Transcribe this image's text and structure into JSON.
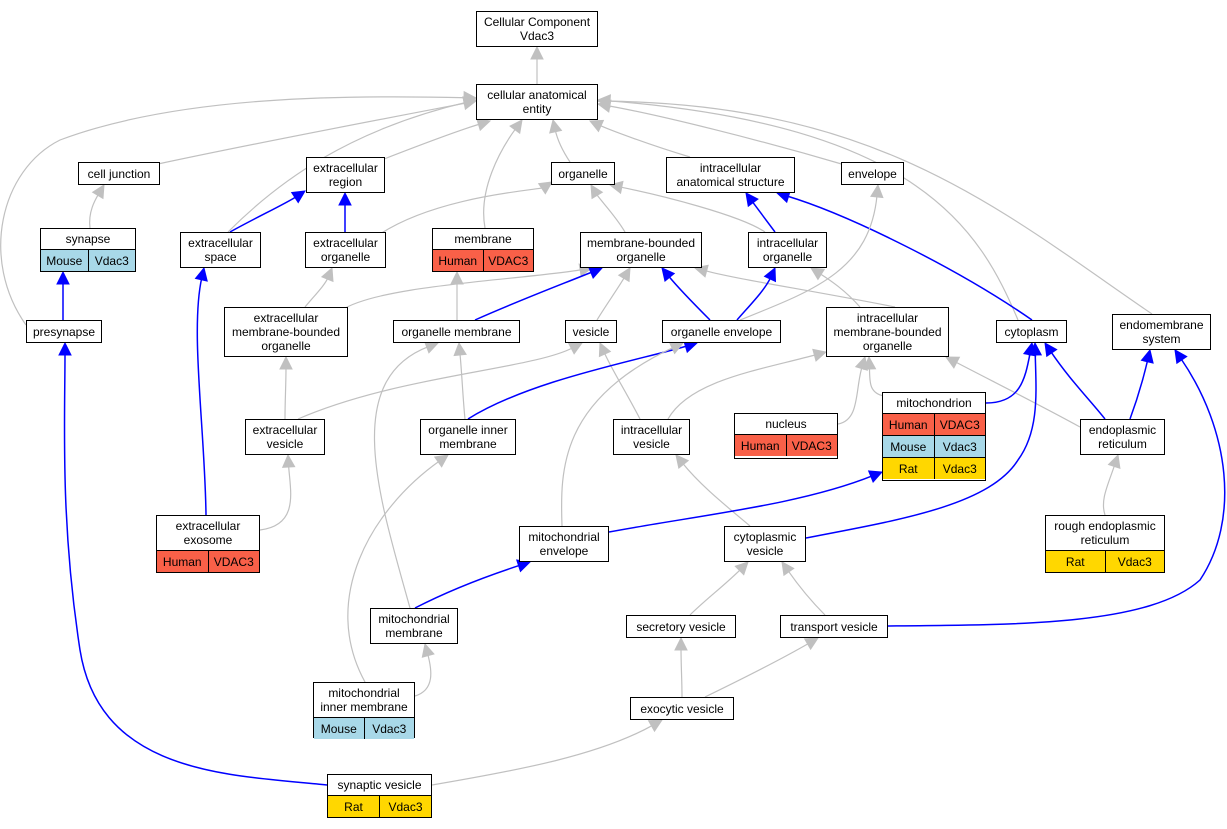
{
  "colors": {
    "gray_edge": "#c0c0c0",
    "blue_edge": "#0000ff",
    "human": "#f96048",
    "mouse": "#a8d8e8",
    "rat": "#ffd700"
  },
  "nodes": {
    "cc": {
      "lines": [
        "Cellular Component",
        "Vdac3"
      ]
    },
    "cae": {
      "lines": [
        "cellular anatomical",
        "entity"
      ]
    },
    "cj": {
      "lines": [
        "cell junction"
      ]
    },
    "er": {
      "lines": [
        "extracellular",
        "region"
      ]
    },
    "org": {
      "lines": [
        "organelle"
      ]
    },
    "ias": {
      "lines": [
        "intracellular",
        "anatomical structure"
      ]
    },
    "env": {
      "lines": [
        "envelope"
      ]
    },
    "syn": {
      "lines": [
        "synapse"
      ],
      "annotations": [
        {
          "species": "Mouse",
          "gene": "Vdac3",
          "color_key": "mouse"
        }
      ]
    },
    "es": {
      "lines": [
        "extracellular",
        "space"
      ]
    },
    "eo": {
      "lines": [
        "extracellular",
        "organelle"
      ]
    },
    "mem": {
      "lines": [
        "membrane"
      ],
      "annotations": [
        {
          "species": "Human",
          "gene": "VDAC3",
          "color_key": "human"
        }
      ]
    },
    "mbo": {
      "lines": [
        "membrane-bounded",
        "organelle"
      ]
    },
    "io": {
      "lines": [
        "intracellular",
        "organelle"
      ]
    },
    "pre": {
      "lines": [
        "presynapse"
      ]
    },
    "embo": {
      "lines": [
        "extracellular",
        "membrane-bounded",
        "organelle"
      ]
    },
    "om": {
      "lines": [
        "organelle membrane"
      ]
    },
    "ves": {
      "lines": [
        "vesicle"
      ]
    },
    "oe": {
      "lines": [
        "organelle envelope"
      ]
    },
    "imbo": {
      "lines": [
        "intracellular",
        "membrane-bounded",
        "organelle"
      ]
    },
    "cyt": {
      "lines": [
        "cytoplasm"
      ]
    },
    "ems": {
      "lines": [
        "endomembrane",
        "system"
      ]
    },
    "ev": {
      "lines": [
        "extracellular",
        "vesicle"
      ]
    },
    "oim": {
      "lines": [
        "organelle inner",
        "membrane"
      ]
    },
    "iv": {
      "lines": [
        "intracellular",
        "vesicle"
      ]
    },
    "nuc": {
      "lines": [
        "nucleus"
      ],
      "annotations": [
        {
          "species": "Human",
          "gene": "VDAC3",
          "color_key": "human"
        }
      ]
    },
    "mito": {
      "lines": [
        "mitochondrion"
      ],
      "annotations": [
        {
          "species": "Human",
          "gene": "VDAC3",
          "color_key": "human"
        },
        {
          "species": "Mouse",
          "gene": "Vdac3",
          "color_key": "mouse"
        },
        {
          "species": "Rat",
          "gene": "Vdac3",
          "color_key": "rat"
        }
      ]
    },
    "endo": {
      "lines": [
        "endoplasmic",
        "reticulum"
      ]
    },
    "exo": {
      "lines": [
        "extracellular",
        "exosome"
      ],
      "annotations": [
        {
          "species": "Human",
          "gene": "VDAC3",
          "color_key": "human"
        }
      ]
    },
    "menv": {
      "lines": [
        "mitochondrial",
        "envelope"
      ]
    },
    "cv": {
      "lines": [
        "cytoplasmic",
        "vesicle"
      ]
    },
    "rer": {
      "lines": [
        "rough endoplasmic",
        "reticulum"
      ],
      "annotations": [
        {
          "species": "Rat",
          "gene": "Vdac3",
          "color_key": "rat"
        }
      ]
    },
    "mmem": {
      "lines": [
        "mitochondrial",
        "membrane"
      ]
    },
    "sec": {
      "lines": [
        "secretory vesicle"
      ]
    },
    "tv": {
      "lines": [
        "transport vesicle"
      ]
    },
    "mim": {
      "lines": [
        "mitochondrial",
        "inner membrane"
      ],
      "annotations": [
        {
          "species": "Mouse",
          "gene": "Vdac3",
          "color_key": "mouse"
        }
      ]
    },
    "exv": {
      "lines": [
        "exocytic vesicle"
      ]
    },
    "sv": {
      "lines": [
        "synaptic vesicle"
      ],
      "annotations": [
        {
          "species": "Rat",
          "gene": "Vdac3",
          "color_key": "rat"
        }
      ]
    }
  },
  "edges": [
    {
      "from": "cae",
      "to": "cc",
      "kind": "gray"
    },
    {
      "from": "cj",
      "to": "cae",
      "kind": "gray"
    },
    {
      "from": "er",
      "to": "cae",
      "kind": "gray"
    },
    {
      "from": "org",
      "to": "cae",
      "kind": "gray"
    },
    {
      "from": "ias",
      "to": "cae",
      "kind": "gray"
    },
    {
      "from": "env",
      "to": "cae",
      "kind": "gray"
    },
    {
      "from": "es",
      "to": "cae",
      "kind": "gray"
    },
    {
      "from": "mem",
      "to": "cae",
      "kind": "gray"
    },
    {
      "from": "pre",
      "to": "cae",
      "kind": "gray"
    },
    {
      "from": "cyt",
      "to": "cae",
      "kind": "gray"
    },
    {
      "from": "ems",
      "to": "cae",
      "kind": "gray"
    },
    {
      "from": "syn",
      "to": "cj",
      "kind": "gray"
    },
    {
      "from": "pre",
      "to": "syn",
      "kind": "blue"
    },
    {
      "from": "es",
      "to": "er",
      "kind": "blue"
    },
    {
      "from": "eo",
      "to": "er",
      "kind": "blue"
    },
    {
      "from": "eo",
      "to": "org",
      "kind": "gray"
    },
    {
      "from": "mbo",
      "to": "org",
      "kind": "gray"
    },
    {
      "from": "io",
      "to": "org",
      "kind": "gray"
    },
    {
      "from": "io",
      "to": "ias",
      "kind": "blue"
    },
    {
      "from": "cyt",
      "to": "ias",
      "kind": "blue"
    },
    {
      "from": "oe",
      "to": "env",
      "kind": "gray"
    },
    {
      "from": "exo",
      "to": "es",
      "kind": "blue"
    },
    {
      "from": "embo",
      "to": "eo",
      "kind": "gray"
    },
    {
      "from": "om",
      "to": "mem",
      "kind": "gray"
    },
    {
      "from": "embo",
      "to": "mbo",
      "kind": "gray"
    },
    {
      "from": "om",
      "to": "mbo",
      "kind": "blue"
    },
    {
      "from": "ves",
      "to": "mbo",
      "kind": "gray"
    },
    {
      "from": "oe",
      "to": "mbo",
      "kind": "blue"
    },
    {
      "from": "imbo",
      "to": "mbo",
      "kind": "gray"
    },
    {
      "from": "oe",
      "to": "io",
      "kind": "blue"
    },
    {
      "from": "imbo",
      "to": "io",
      "kind": "gray"
    },
    {
      "from": "ev",
      "to": "ves",
      "kind": "gray"
    },
    {
      "from": "iv",
      "to": "ves",
      "kind": "gray"
    },
    {
      "from": "ev",
      "to": "embo",
      "kind": "gray"
    },
    {
      "from": "oim",
      "to": "om",
      "kind": "gray"
    },
    {
      "from": "mmem",
      "to": "om",
      "kind": "gray"
    },
    {
      "from": "oim",
      "to": "oe",
      "kind": "blue"
    },
    {
      "from": "menv",
      "to": "oe",
      "kind": "gray"
    },
    {
      "from": "iv",
      "to": "imbo",
      "kind": "gray"
    },
    {
      "from": "nuc",
      "to": "imbo",
      "kind": "gray"
    },
    {
      "from": "mito",
      "to": "imbo",
      "kind": "gray"
    },
    {
      "from": "endo",
      "to": "imbo",
      "kind": "gray"
    },
    {
      "from": "mito",
      "to": "cyt",
      "kind": "blue"
    },
    {
      "from": "endo",
      "to": "cyt",
      "kind": "blue"
    },
    {
      "from": "cv",
      "to": "cyt",
      "kind": "blue"
    },
    {
      "from": "endo",
      "to": "ems",
      "kind": "blue"
    },
    {
      "from": "tv",
      "to": "ems",
      "kind": "blue"
    },
    {
      "from": "exo",
      "to": "ev",
      "kind": "gray"
    },
    {
      "from": "mim",
      "to": "oim",
      "kind": "gray"
    },
    {
      "from": "cv",
      "to": "iv",
      "kind": "gray"
    },
    {
      "from": "menv",
      "to": "mito",
      "kind": "blue"
    },
    {
      "from": "rer",
      "to": "endo",
      "kind": "gray"
    },
    {
      "from": "mmem",
      "to": "menv",
      "kind": "blue"
    },
    {
      "from": "sec",
      "to": "cv",
      "kind": "gray"
    },
    {
      "from": "tv",
      "to": "cv",
      "kind": "gray"
    },
    {
      "from": "mim",
      "to": "mmem",
      "kind": "gray"
    },
    {
      "from": "exv",
      "to": "sec",
      "kind": "gray"
    },
    {
      "from": "exv",
      "to": "tv",
      "kind": "gray"
    },
    {
      "from": "sv",
      "to": "exv",
      "kind": "gray"
    },
    {
      "from": "sv",
      "to": "pre",
      "kind": "blue"
    }
  ]
}
